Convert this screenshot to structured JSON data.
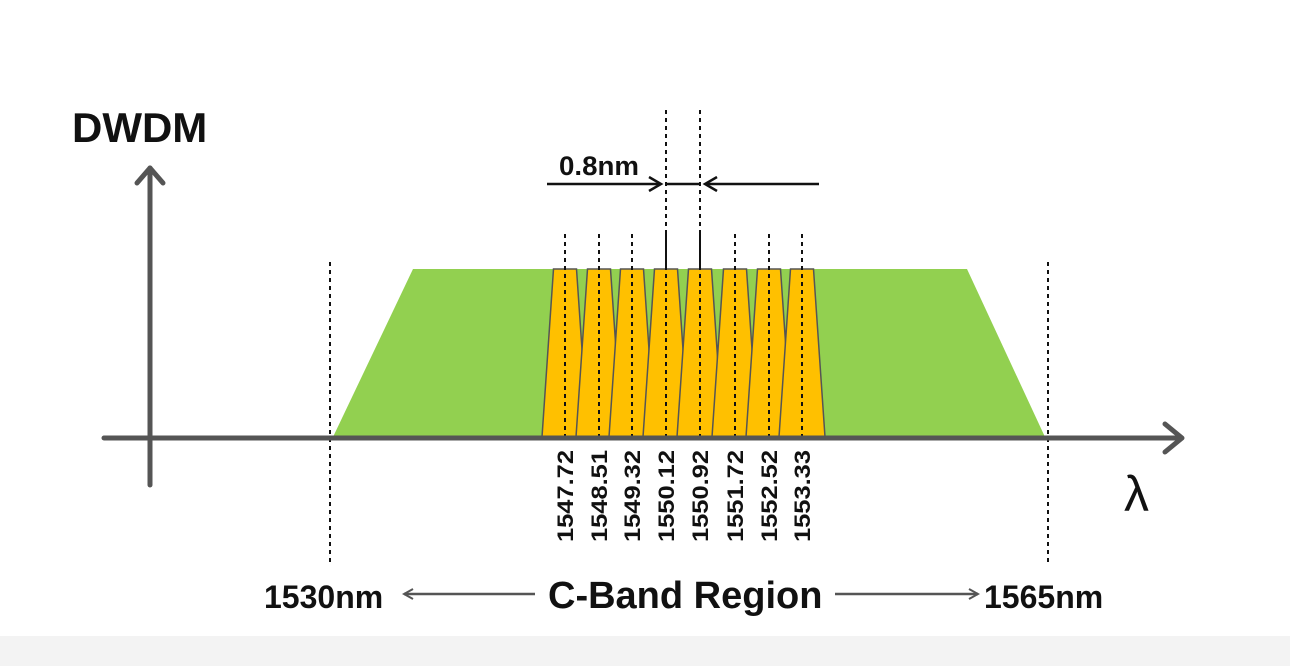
{
  "title": "DWDM",
  "x_axis_symbol": "λ",
  "spacing_label": "0.8nm",
  "band": {
    "start_label": "1530nm",
    "end_label": "1565nm",
    "region_label": "C-Band Region"
  },
  "channels": [
    "1547.72",
    "1548.51",
    "1549.32",
    "1550.12",
    "1550.92",
    "1551.72",
    "1552.52",
    "1553.33"
  ],
  "colors": {
    "band_fill": "#92d050",
    "channel_fill": "#ffc000",
    "channel_stroke": "#555555",
    "axis": "#555555",
    "text": "#111111"
  }
}
